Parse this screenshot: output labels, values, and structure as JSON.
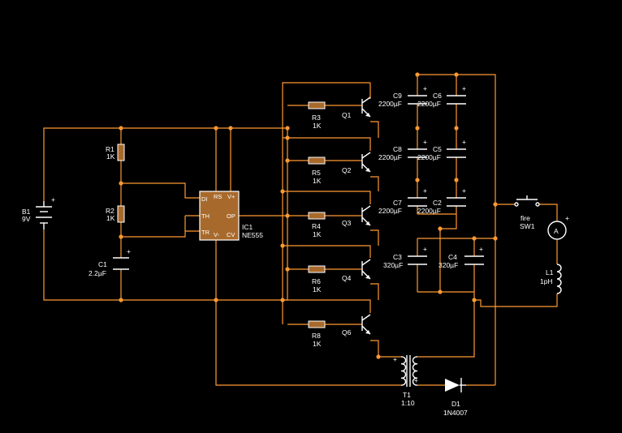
{
  "colors": {
    "background": "#000000",
    "wire": "#ff9933",
    "component": "#ffffff",
    "resistor_body": "#a86a2c",
    "ic_body": "#a86a2c"
  },
  "battery": {
    "ref": "B1",
    "value": "9V"
  },
  "r1": {
    "ref": "R1",
    "value": "1K"
  },
  "r2": {
    "ref": "R2",
    "value": "1K"
  },
  "c1": {
    "ref": "C1",
    "value": "2.2µF"
  },
  "ic": {
    "ref": "IC1",
    "value": "NE555",
    "pins": {
      "di": "DI",
      "rs": "RS",
      "vplus": "V+",
      "th": "TH",
      "op": "OP",
      "tr": "TR",
      "vminus": "V-",
      "cv": "CV"
    }
  },
  "stages": [
    {
      "r_ref": "R3",
      "r_val": "1K",
      "q_ref": "Q1"
    },
    {
      "r_ref": "R5",
      "r_val": "1K",
      "q_ref": "Q2"
    },
    {
      "r_ref": "R4",
      "r_val": "1K",
      "q_ref": "Q3"
    },
    {
      "r_ref": "R6",
      "r_val": "1K",
      "q_ref": "Q4"
    },
    {
      "r_ref": "R8",
      "r_val": "1K",
      "q_ref": "Q6"
    }
  ],
  "caps": {
    "c9": {
      "ref": "C9",
      "value": "2200µF"
    },
    "c6": {
      "ref": "C6",
      "value": "2200µF"
    },
    "c8": {
      "ref": "C8",
      "value": "2200µF"
    },
    "c5": {
      "ref": "C5",
      "value": "2200µF"
    },
    "c7": {
      "ref": "C7",
      "value": "2200µF"
    },
    "c2": {
      "ref": "C2",
      "value": "2200µF"
    },
    "c3": {
      "ref": "C3",
      "value": "320µF"
    },
    "c4": {
      "ref": "C4",
      "value": "320µF"
    }
  },
  "transformer": {
    "ref": "T1",
    "value": "1:10"
  },
  "diode": {
    "ref": "D1",
    "value": "1N4007"
  },
  "switch": {
    "ref": "SW1",
    "value": "fire"
  },
  "ammeter": {
    "symbol": "A"
  },
  "inductor": {
    "ref": "L1",
    "value": "1pH"
  },
  "polarity_mark": "+"
}
